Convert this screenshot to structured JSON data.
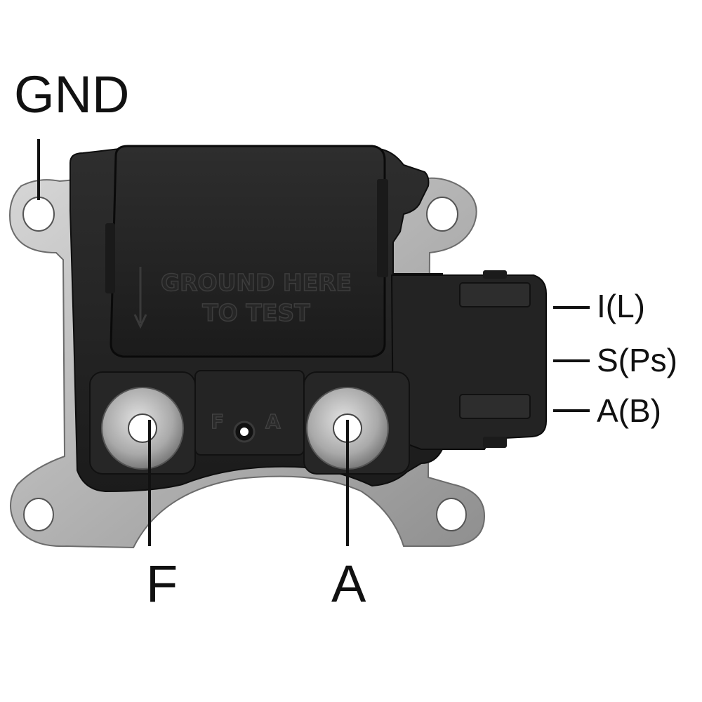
{
  "labels": {
    "gnd": "GND",
    "f": "F",
    "a": "A",
    "i_l": "I(L)",
    "s_ps": "S(Ps)",
    "a_b": "A(B)"
  },
  "embossed": {
    "line1": "GROUND HERE",
    "line2": "TO TEST",
    "terminal_f": "F",
    "terminal_a": "A"
  },
  "colors": {
    "background": "#ffffff",
    "bracket": "#b9b9b9",
    "body": "#262626",
    "cover": "#1d1d1d",
    "leader": "#111111"
  }
}
